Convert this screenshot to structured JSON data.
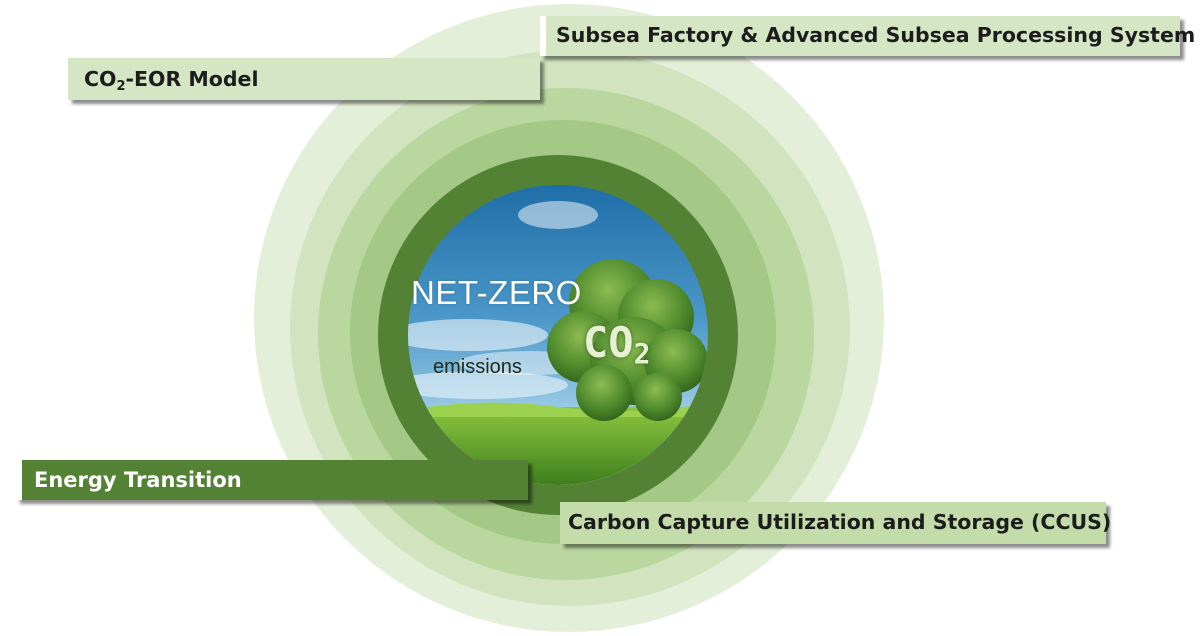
{
  "banners": {
    "subsea": "Subsea Factory & Advanced Subsea Processing System",
    "co2_eor": {
      "prefix": "CO",
      "subscript": "2",
      "suffix": "-EOR Model"
    },
    "energy": "Energy Transition",
    "ccus": "Carbon Capture Utilization and Storage (CCUS)"
  },
  "center_image": {
    "headline": "NET-ZERO",
    "caption": "emissions",
    "cloud_label": {
      "prefix": "CO",
      "subscript": "2"
    }
  },
  "colors": {
    "ring_outer": "#e4efd9",
    "ring_2": "#d1e4bf",
    "ring_3": "#bad7a0",
    "ring_4": "#a4c986",
    "ring_dark": "#548235",
    "banner_light": "#d4e6c4",
    "banner_mid": "#c3dcaa",
    "banner_dark": "#548235"
  }
}
